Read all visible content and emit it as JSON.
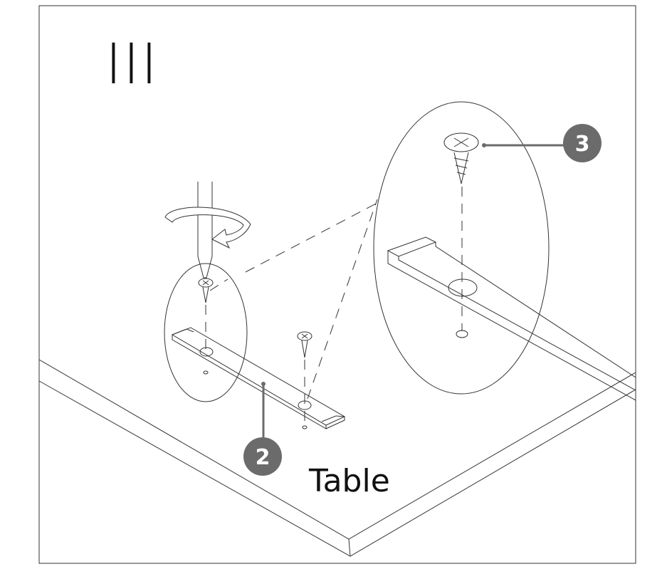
{
  "step": {
    "number": "III"
  },
  "callouts": [
    {
      "id": "3",
      "label": "3"
    },
    {
      "id": "2",
      "label": "2"
    }
  ],
  "labels": {
    "table": "Table"
  },
  "colors": {
    "badge": "#6b6b6b",
    "line": "#333333"
  }
}
